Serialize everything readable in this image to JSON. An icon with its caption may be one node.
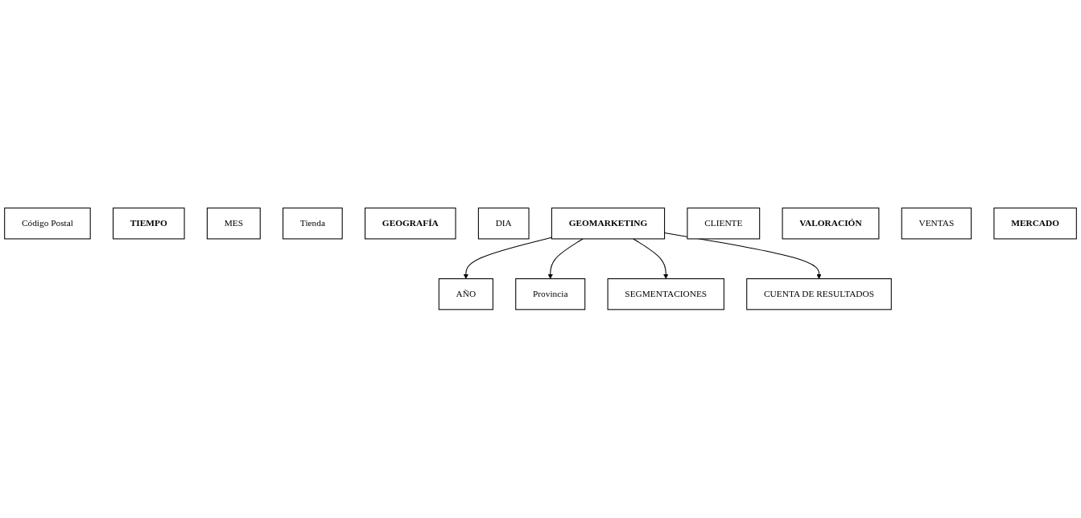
{
  "diagram": {
    "nodes": [
      {
        "text": [
          "AÑO"
        ]
      },
      {
        "text": [
          "Provincia"
        ]
      },
      {
        "text": [
          "Código Postal"
        ]
      },
      {
        "text": [
          "TIEMPO"
        ]
      },
      {
        "text": [
          "MES"
        ]
      },
      {
        "text": [
          "Tienda"
        ]
      },
      {
        "text": [
          "GEOGRAFÍA"
        ]
      },
      {
        "text": [
          "DIA"
        ]
      },
      {
        "text": [
          "GEOMARKETING"
        ]
      },
      {
        "text": [
          "CLIENTE"
        ]
      },
      {
        "text": [
          "VALORACIÓN"
        ]
      },
      {
        "text": [
          "VENTAS"
        ]
      },
      {
        "text": [
          "MERCADO"
        ]
      },
      {
        "text": [
          "SEGMENTACIONES"
        ]
      },
      {
        "text": [
          "CUENTA DE RESULTADOS"
        ]
      }
    ],
    "edges": [
      {
        "from": 8,
        "to": 0,
        "arrow": "to"
      },
      {
        "from": 8,
        "to": 1,
        "arrow": "to"
      },
      {
        "from": 8,
        "to": 13,
        "arrow": "to"
      },
      {
        "from": 8,
        "to": 14,
        "arrow": "to"
      }
    ]
  }
}
